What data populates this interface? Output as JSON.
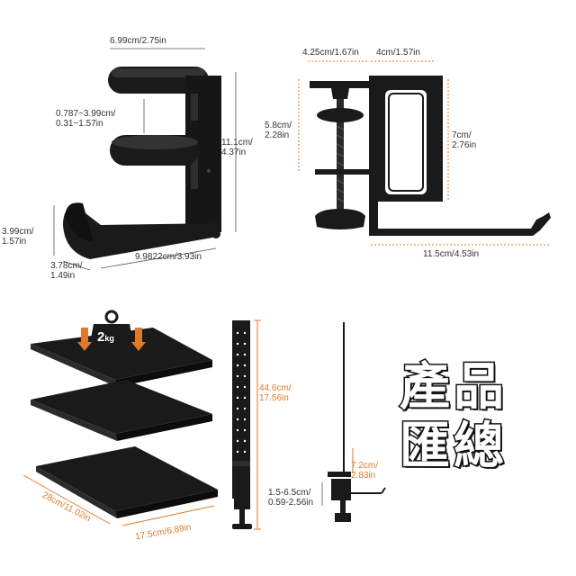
{
  "panel1": {
    "width": "6.99cm/2.75in",
    "clamp_gap": "0.787~3.99cm/\n0.31~1.57in",
    "height": "11.1cm/\n4.37in",
    "hook_height": "3.99cm/\n1.57in",
    "hook_depth": "3.78cm/\n1.49in",
    "base_length": "9.9822cm/3.93in"
  },
  "panel2": {
    "top_left": "4.25cm/1.67in",
    "top_right": "4cm/1.57in",
    "clamp_height": "5.8cm/\n2.28in",
    "arm_height": "7cm/\n2.76in",
    "total_length": "11.5cm/4.53in"
  },
  "panel3": {
    "weight": "2",
    "weight_unit": "kg",
    "depth": "28cm/11.02in",
    "width": "17.5cm/6.89in"
  },
  "panel4": {
    "pole_height": "44.6cm/\n17.56in"
  },
  "panel5": {
    "hook_length": "7.2cm/\n2.83in",
    "clamp_range": "1.5-6.5cm/\n0.59-2.56in"
  },
  "title": {
    "line1": "產品",
    "line2": "匯總"
  },
  "colors": {
    "product": "#1a1a1a",
    "accent": "#e07a2a",
    "dimension_line": "#555555"
  }
}
